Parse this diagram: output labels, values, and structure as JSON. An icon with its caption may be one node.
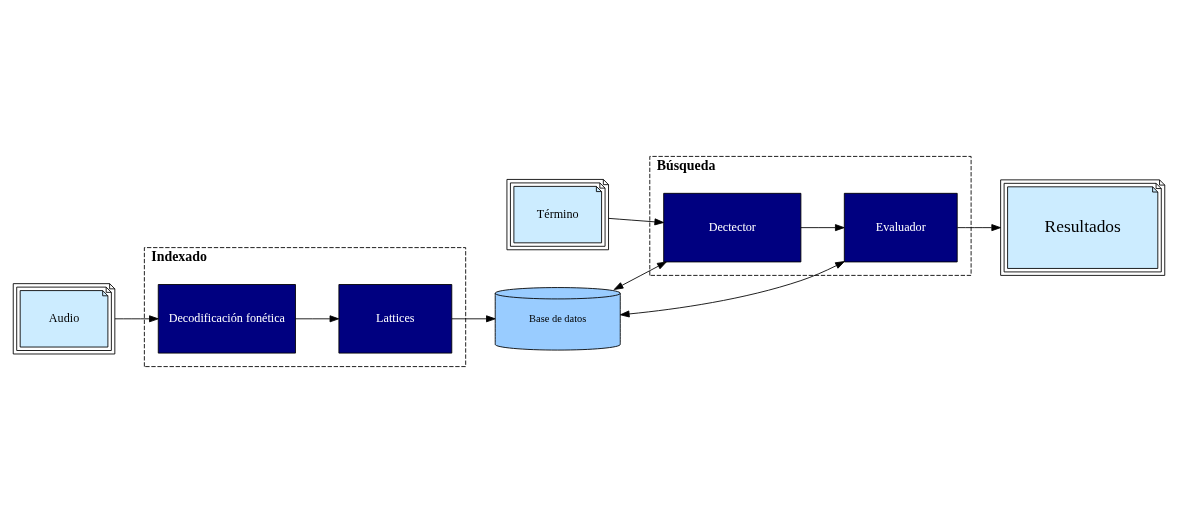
{
  "diagram": {
    "nodes": [
      {
        "text": [
          "Indexado"
        ]
      },
      {
        "text": [
          "Decodificación fonética"
        ],
        "in": 0
      },
      {
        "text": [
          "Lattices"
        ],
        "in": 0
      },
      {
        "text": [
          "Audio"
        ]
      },
      {
        "text": [
          "Base de datos"
        ]
      },
      {
        "text": [
          "Búsqueda"
        ]
      },
      {
        "text": [
          "Dectector"
        ],
        "in": 5
      },
      {
        "text": [
          "Evaluador"
        ],
        "in": 5
      },
      {
        "text": [
          "Término"
        ]
      },
      {
        "text": [
          "Resultados"
        ]
      }
    ],
    "edges": [
      {
        "from": 3,
        "to": 1,
        "arrow": "to"
      },
      {
        "from": 1,
        "to": 2,
        "arrow": "to"
      },
      {
        "from": 2,
        "to": 4,
        "arrow": "to"
      },
      {
        "from": 4,
        "to": 6,
        "arrow": "both"
      },
      {
        "from": 4,
        "to": 7,
        "arrow": "both"
      },
      {
        "from": 8,
        "to": 6,
        "arrow": "to"
      },
      {
        "from": 6,
        "to": 7,
        "arrow": "to"
      },
      {
        "from": 7,
        "to": 9,
        "arrow": "to"
      }
    ]
  }
}
